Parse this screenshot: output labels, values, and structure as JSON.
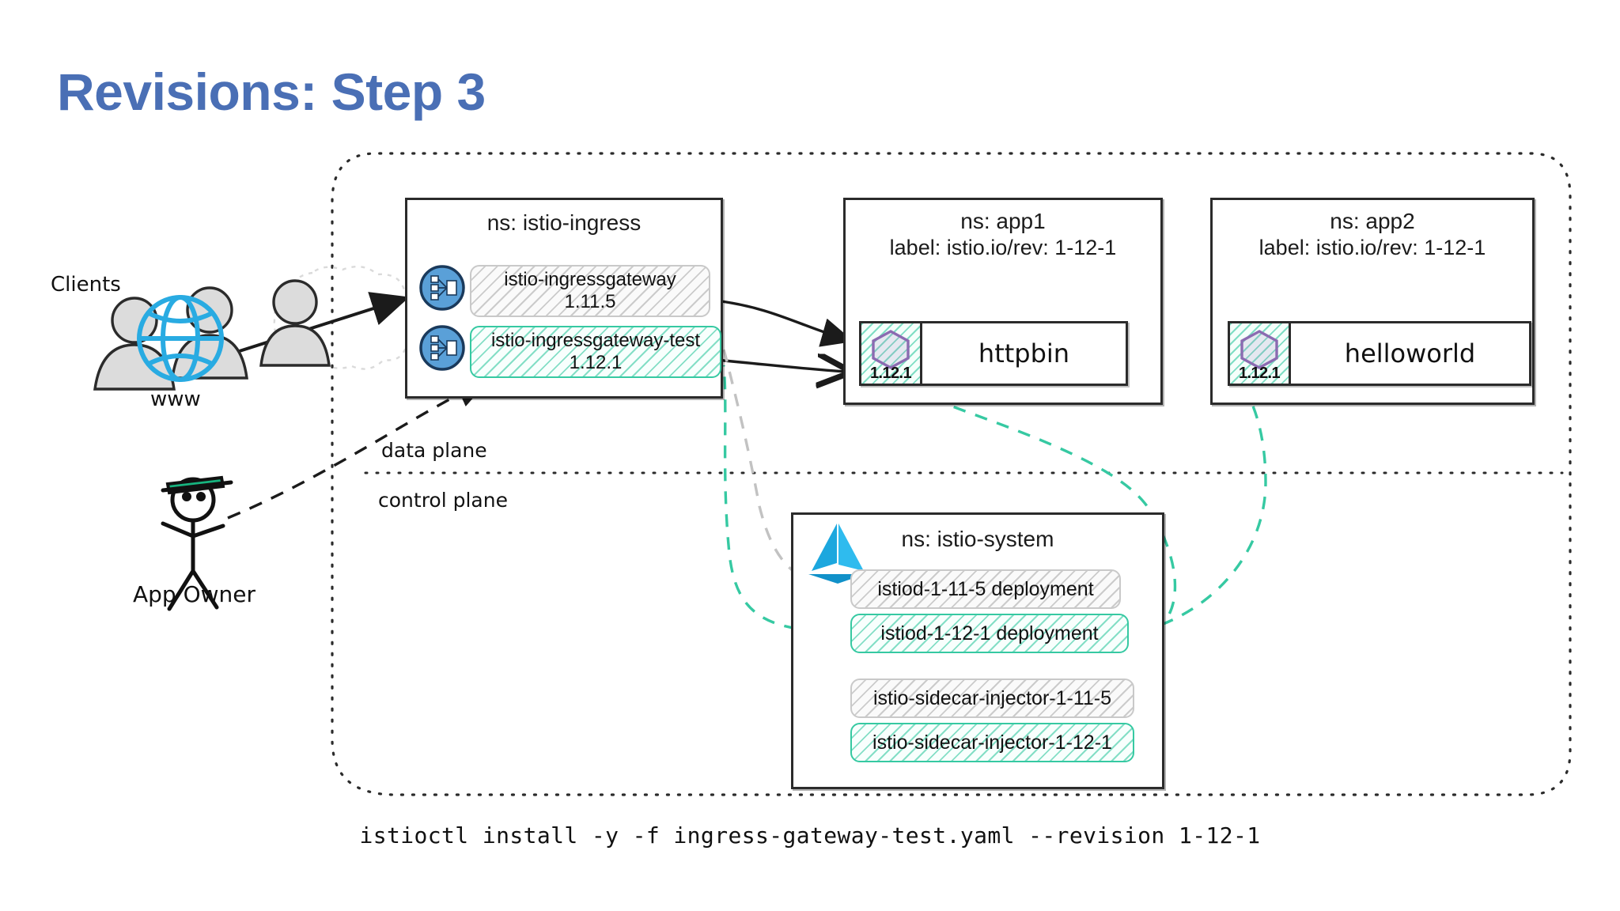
{
  "slide": {
    "title": "Revisions: Step 3",
    "title_color": "#4a6fb5",
    "command": "istioctl install -y -f ingress-gateway-test.yaml --revision 1-12-1"
  },
  "actors": {
    "clients_label": "Clients",
    "www_label": "www",
    "app_owner_label": "App Owner"
  },
  "planes": {
    "data_plane_label": "data plane",
    "control_plane_label": "control plane"
  },
  "namespaces": [
    {
      "id": "istio-ingress",
      "title": "ns: istio-ingress",
      "subtitle": "",
      "gateways": [
        {
          "name": "istio-ingressgateway",
          "version": "1.11.5",
          "style": "gray",
          "icon": "gateway-icon"
        },
        {
          "name": "istio-ingressgateway-test",
          "version": "1.12.1",
          "style": "teal",
          "icon": "gateway-icon"
        }
      ]
    },
    {
      "id": "app1",
      "title": "ns: app1",
      "subtitle": "label: istio.io/rev: 1-12-1",
      "workload": {
        "name": "httpbin",
        "sidecar_version": "1.12.1",
        "sidecar_style": "teal"
      }
    },
    {
      "id": "app2",
      "title": "ns: app2",
      "subtitle": "label: istio.io/rev: 1-12-1",
      "workload": {
        "name": "helloworld",
        "sidecar_version": "1.12.1",
        "sidecar_style": "teal"
      }
    },
    {
      "id": "istio-system",
      "title": "ns: istio-system",
      "logo": "istio-sail-logo",
      "components": [
        {
          "label": "istiod-1-11-5 deployment",
          "style": "gray"
        },
        {
          "label": "istiod-1-12-1 deployment",
          "style": "teal"
        },
        {
          "label": "istio-sidecar-injector-1-11-5",
          "style": "gray"
        },
        {
          "label": "istio-sidecar-injector-1-12-1",
          "style": "teal"
        }
      ]
    }
  ],
  "colors": {
    "title_blue": "#4a6fb5",
    "teal": "#36c9a2",
    "gray": "#c9c9c9",
    "istio_blue": "#1ca7de",
    "globe_blue": "#29abe2",
    "hex_purple": "#8b6bb1",
    "hat_green": "#17b47f"
  }
}
